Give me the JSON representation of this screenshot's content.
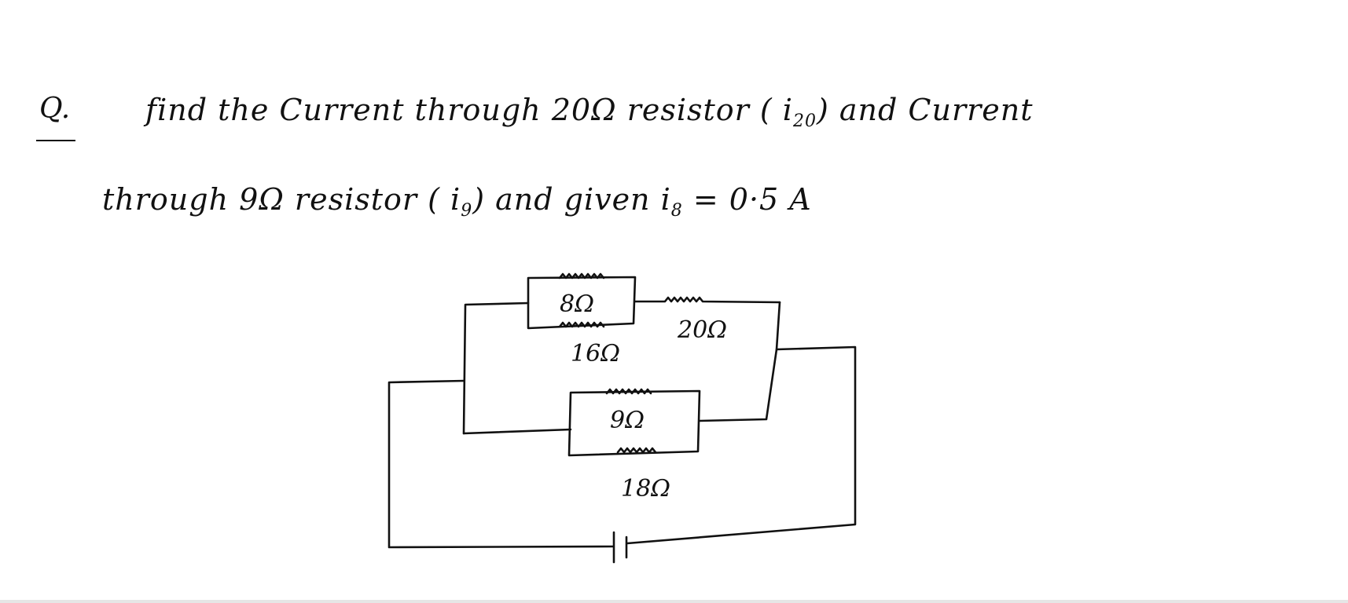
{
  "question": {
    "label": "Q.",
    "line1": {
      "prefix": "find the Current through 20",
      "unit1": "Ω",
      "mid": " resistor ( i",
      "sub1": "20",
      "suffix": ") and Current"
    },
    "line2": {
      "prefix": "through 9",
      "unit1": "Ω",
      "mid": " resistor ( i",
      "sub1": "9",
      "mid2": ") and given i",
      "sub2": "8",
      "suffix": " = 0·5 A"
    }
  },
  "circuit": {
    "resistors": {
      "r8": "8Ω",
      "r16": "16Ω",
      "r20": "20Ω",
      "r9": "9Ω",
      "r18": "18Ω"
    }
  }
}
